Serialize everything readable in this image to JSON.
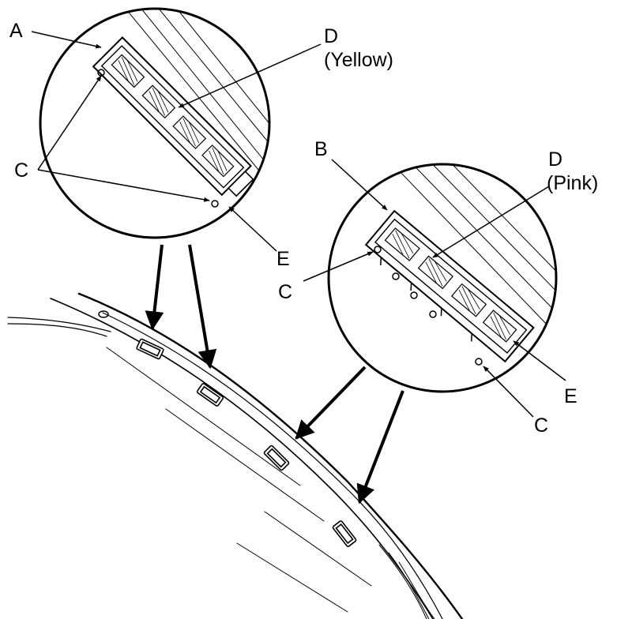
{
  "colors": {
    "ink": "#000000",
    "paper": "#ffffff"
  },
  "callouts": {
    "a_label": "A",
    "b_label": "B",
    "c_label": "C",
    "d_label": "D",
    "d_yellow_note": "(Yellow)",
    "d_pink_note": "(Pink)",
    "e_label": "E"
  },
  "structure": {
    "clip_count_on_edge": 4,
    "detail_views": 2
  }
}
